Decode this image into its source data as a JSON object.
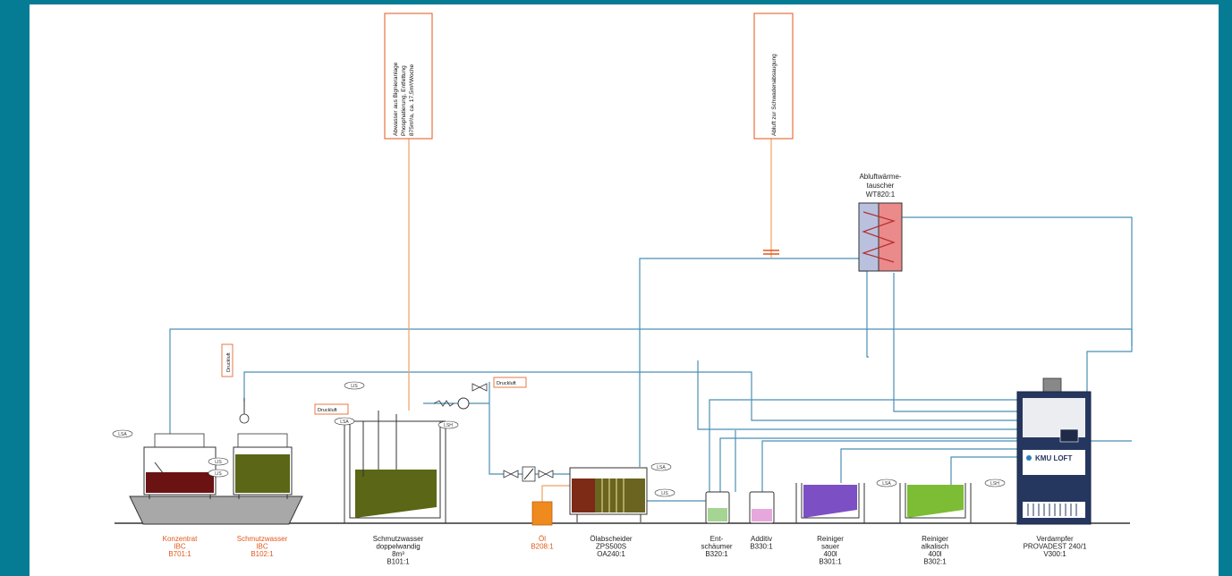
{
  "colors": {
    "frame": "#067c94",
    "pipe_blue": "#4b8fb3",
    "pipe_orange": "#f0a060",
    "label_orange": "#e2571a",
    "concentrate": "#6b1212",
    "dirty_water": "#5b6616",
    "acid_cleaner": "#7d4fc4",
    "alkaline_cleaner": "#7cbd35",
    "oil": "#ef8a1e",
    "defoamer": "#a6d493",
    "additive": "#e6a8dc"
  },
  "inflow_box": {
    "lines": [
      "Abwasser aus Bignieranlage",
      "Phosphatierung, Entfettung",
      "875m³/a, ca. 17,5m³/Woche"
    ]
  },
  "exhaust_box": {
    "lines": [
      "Abluft zur Schwadenabsaugung"
    ]
  },
  "heat_exchanger": {
    "lines": [
      "Abluftwärme-",
      "tauscher",
      "WT820:1"
    ]
  },
  "druckluft_labels": [
    "Druckluft",
    "Druckluft",
    "Druckluft"
  ],
  "brand": {
    "name": "KMU LOFT"
  },
  "instrument_tags": {
    "ibc1": "LSA",
    "ibc2a": "LIS",
    "ibc2b": "LIS",
    "tank_a": "LIS",
    "tank_b": "LSA",
    "tank_c": "LSH",
    "sep_a": "LSA",
    "sep_b": "LIS",
    "acid": "LSA",
    "alk": "LSH"
  },
  "equipment": [
    {
      "lines": [
        "Konzentrat",
        "IBC",
        "B701:1"
      ],
      "orange": true
    },
    {
      "lines": [
        "Schmutzwasser",
        "IBC",
        "B102:1"
      ],
      "orange": true
    },
    {
      "lines": [
        "Schmutzwasser",
        "doppelwandig",
        "8m³",
        "B101:1"
      ],
      "orange": false
    },
    {
      "lines": [
        "Öl",
        "B208:1"
      ],
      "orange": true
    },
    {
      "lines": [
        "Ölabscheider",
        "ZPS500S",
        "OA240:1"
      ],
      "orange": false
    },
    {
      "lines": [
        "Ent-",
        "schäumer",
        "B320:1"
      ],
      "orange": false
    },
    {
      "lines": [
        "Additiv",
        "B330:1"
      ],
      "orange": false
    },
    {
      "lines": [
        "Reiniger",
        "sauer",
        "400l",
        "B301:1"
      ],
      "orange": false
    },
    {
      "lines": [
        "Reiniger",
        "alkalisch",
        "400l",
        "B302:1"
      ],
      "orange": false
    },
    {
      "lines": [
        "Verdampfer",
        "PROVADEST 240/1",
        "V300:1"
      ],
      "orange": false
    }
  ]
}
